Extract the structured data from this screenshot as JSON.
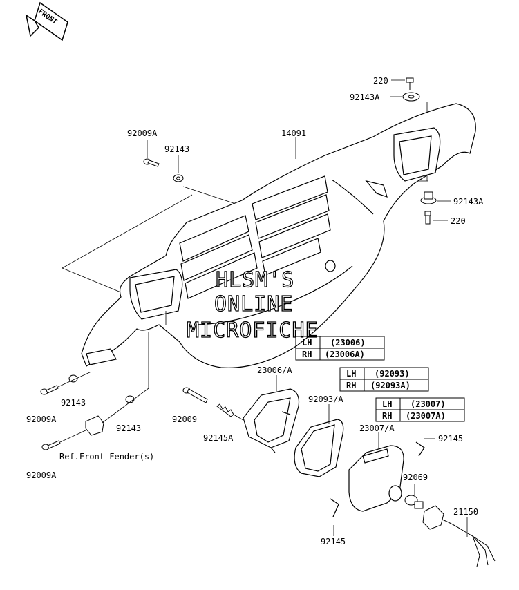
{
  "front_badge": "FRONT",
  "watermark": [
    "HLSM'S",
    "ONLINE",
    "MICROFICHE"
  ],
  "callouts": {
    "c220_top": "220",
    "c92143A_top": "92143A",
    "c14091": "14091",
    "c92009A_top": "92009A",
    "c92143_top": "92143",
    "c92143A_right": "92143A",
    "c220_right": "220",
    "c23006A": "23006/A",
    "c92093A": "92093/A",
    "c23007A": "23007/A",
    "c92145_right": "92145",
    "c92069": "92069",
    "c21150": "21150",
    "c92145_bottom": "92145",
    "c92009": "92009",
    "c92145A": "92145A",
    "c92143_mid": "92143",
    "c92009A_mid": "92009A",
    "c92143_low": "92143",
    "c92009A_low": "92009A",
    "ref_front_fender": "Ref.Front Fender(s)"
  },
  "tables": [
    {
      "rows": [
        [
          "LH",
          "(23006)"
        ],
        [
          "RH",
          "(23006A)"
        ]
      ]
    },
    {
      "rows": [
        [
          "LH",
          "(92093)"
        ],
        [
          "RH",
          "(92093A)"
        ]
      ]
    },
    {
      "rows": [
        [
          "LH",
          "(23007)"
        ],
        [
          "RH",
          "(23007A)"
        ]
      ]
    }
  ]
}
